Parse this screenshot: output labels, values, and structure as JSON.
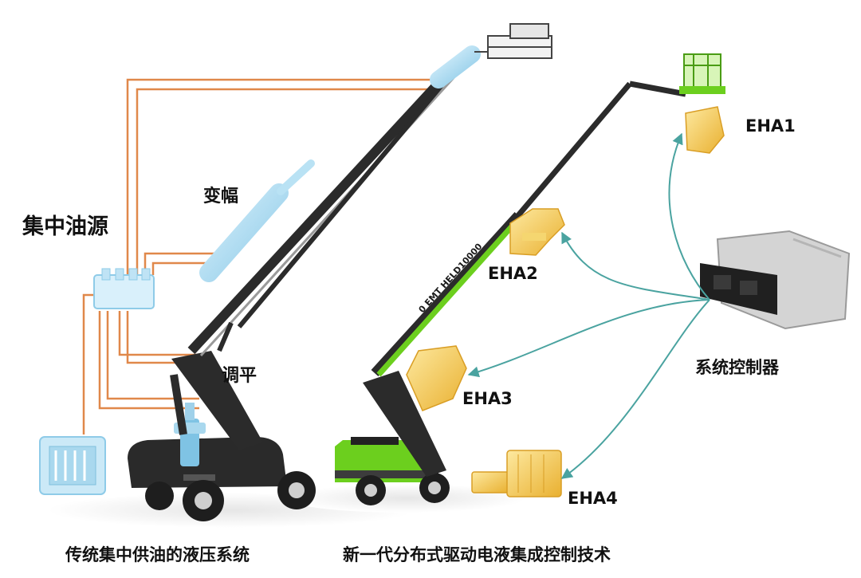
{
  "left": {
    "central_source_label": "集中油源",
    "luffing_label": "变幅",
    "leveling_label": "调平",
    "caption": "传统集中供油的液压系统"
  },
  "right": {
    "caption": "新一代分布式驱动电液集成控制技术",
    "boom_text": "0 EMT   HELD10000",
    "controller_label": "系统控制器",
    "eha_labels": [
      "EHA1",
      "EHA2",
      "EHA3",
      "EHA4"
    ]
  },
  "colors": {
    "oil_pipe": "#e0884a",
    "signal_line": "#4aa3a0",
    "hydraulic_blue": "#a9d8ee",
    "machine_green": "#6ccf1e",
    "eha_yellow": "#f2c84b",
    "chassis_dark": "#2a2a2a"
  }
}
